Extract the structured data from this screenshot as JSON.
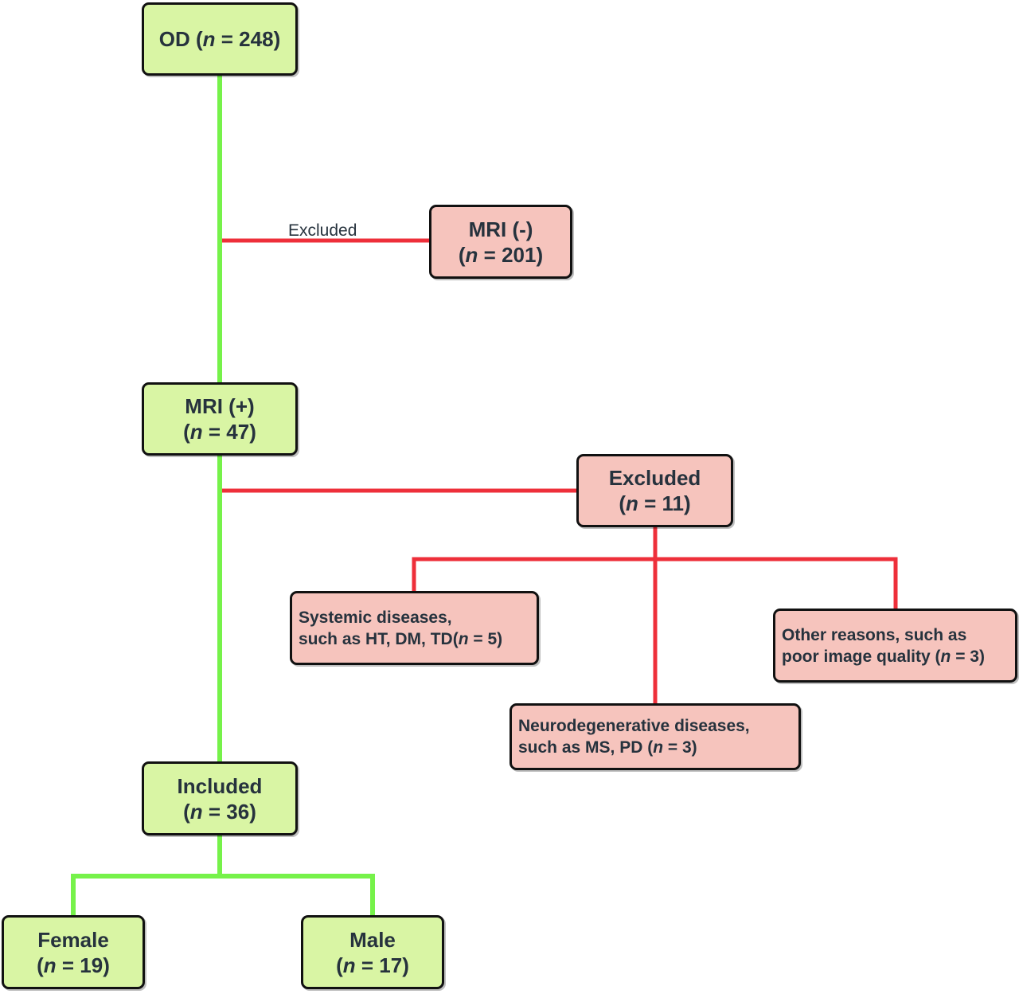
{
  "colors": {
    "included_fill": "#d9f5a4",
    "excluded_fill": "#f6c4bd",
    "included_line": "#76f24a",
    "excluded_line": "#ee2f3a"
  },
  "nodes": {
    "od": {
      "label": "OD",
      "n": "248"
    },
    "mri_neg": {
      "label": "MRI (-)",
      "n": "201"
    },
    "mri_pos": {
      "label": "MRI (+)",
      "n": "47"
    },
    "excluded": {
      "label": "Excluded",
      "n": "11"
    },
    "systemic": {
      "line1": "Systemic diseases,",
      "line2": "such as HT, DM, TD",
      "n": "5"
    },
    "neuro": {
      "line1": "Neurodegenerative diseases,",
      "line2": "such as MS, PD",
      "n": "3"
    },
    "other": {
      "line1": "Other reasons, such as",
      "line2": "poor image quality",
      "n": "3"
    },
    "included": {
      "label": "Included",
      "n": "36"
    },
    "female": {
      "label": "Female",
      "n": "19"
    },
    "male": {
      "label": "Male",
      "n": "17"
    }
  },
  "edge_labels": {
    "first_exclusion": "Excluded"
  },
  "n_symbol": "n"
}
